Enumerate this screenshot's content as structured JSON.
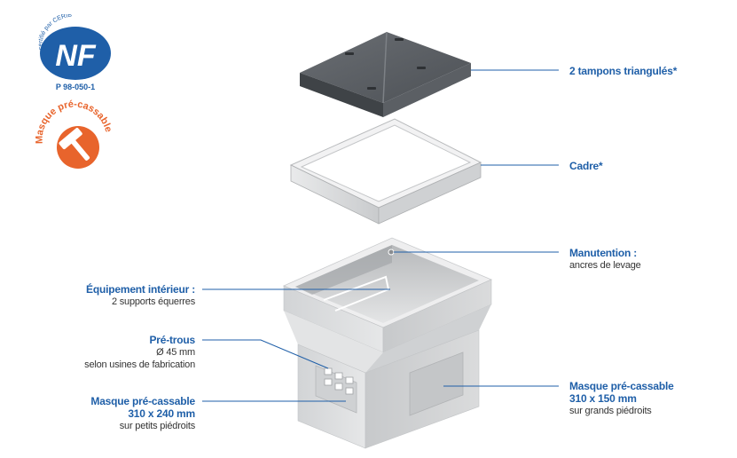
{
  "logos": {
    "nf": {
      "arc_text": "certifié par CERIB",
      "letters": "NF",
      "standard": "P 98-050-1"
    },
    "masque_badge": {
      "text": "Masque pré-cassable"
    }
  },
  "labels": {
    "tampons": {
      "title": "2 tampons triangulés*"
    },
    "cadre": {
      "title": "Cadre*"
    },
    "manutention": {
      "title": "Manutention :",
      "sub": "ancres de levage"
    },
    "equipement": {
      "title": "Équipement intérieur :",
      "sub": "2 supports équerres"
    },
    "pretrous": {
      "title": "Pré-trous",
      "sub1": "Ø 45 mm",
      "sub2": "selon usines de fabrication"
    },
    "masque_petit": {
      "title1": "Masque pré-cassable",
      "title2": "310 x 240 mm",
      "sub": "sur petits piédroits"
    },
    "masque_grand": {
      "title1": "Masque pré-cassable",
      "title2": "310 x 150 mm",
      "sub": "sur grands piédroits"
    }
  },
  "colors": {
    "label_blue": "#1f5fa8",
    "nf_blue": "#1f5fa8",
    "badge_orange": "#e8642c",
    "lid_dark": "#55595e",
    "concrete": "#dcdcdc"
  }
}
